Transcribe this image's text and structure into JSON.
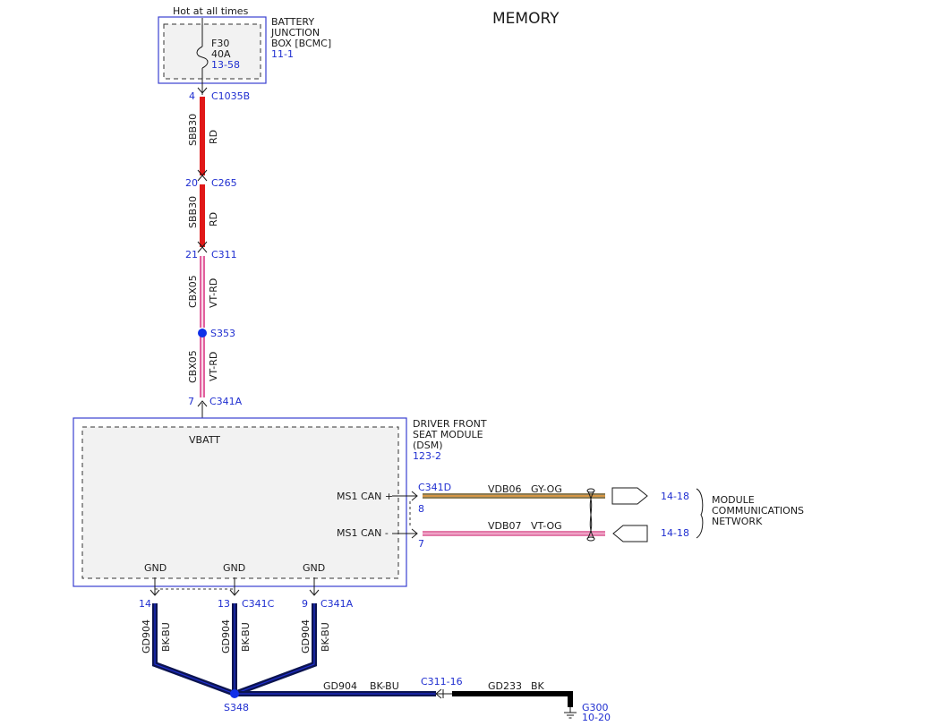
{
  "title": "MEMORY",
  "power_label": "Hot at all times",
  "bjb": {
    "name_lines": [
      "BATTERY",
      "JUNCTION",
      "BOX [BCMC]"
    ],
    "ref": "11-1",
    "fuse": "F30",
    "amps": "40A",
    "fuse_ref": "13-58"
  },
  "connectors": {
    "c1035b": {
      "pin": "4",
      "id": "C1035B"
    },
    "c265": {
      "pin": "20",
      "id": "C265"
    },
    "c311": {
      "pin": "21",
      "id": "C311"
    },
    "s353": "S353",
    "c341a_top": {
      "pin": "7",
      "id": "C341A"
    },
    "c341d": "C341D",
    "c341d_pin_plus": "8",
    "c341d_pin_minus": "7",
    "gnd_pin_1": "14",
    "gnd_pin_2": "13",
    "gnd_conn_2": "C341C",
    "gnd_pin_3": "9",
    "gnd_conn_3": "C341A",
    "s348": "S348",
    "c311_16": "C311-16",
    "g300": "G300",
    "g300_ref": "10-20"
  },
  "wires": {
    "sbb30_1": {
      "circuit": "SBB30",
      "color": "RD"
    },
    "sbb30_2": {
      "circuit": "SBB30",
      "color": "RD"
    },
    "cbx05_1": {
      "circuit": "CBX05",
      "color": "VT-RD"
    },
    "cbx05_2": {
      "circuit": "CBX05",
      "color": "VT-RD"
    },
    "vdb06": {
      "circuit": "VDB06",
      "color": "GY-OG"
    },
    "vdb07": {
      "circuit": "VDB07",
      "color": "VT-OG"
    },
    "gd904_1": {
      "circuit": "GD904",
      "color": "BK-BU"
    },
    "gd904_2": {
      "circuit": "GD904",
      "color": "BK-BU"
    },
    "gd904_3": {
      "circuit": "GD904",
      "color": "BK-BU"
    },
    "gd904_h": {
      "circuit": "GD904",
      "color": "BK-BU"
    },
    "gd233": {
      "circuit": "GD233",
      "color": "BK"
    }
  },
  "dsm": {
    "name_lines": [
      "DRIVER FRONT",
      "SEAT MODULE",
      "(DSM)"
    ],
    "ref": "123-2",
    "vbatt": "VBATT",
    "ms1_plus": "MS1 CAN +",
    "ms1_minus": "MS1 CAN -",
    "gnd1": "GND",
    "gnd2": "GND",
    "gnd3": "GND"
  },
  "network": {
    "ref_plus": "14-18",
    "ref_minus": "14-18",
    "label_lines": [
      "MODULE",
      "COMMUNICATIONS",
      "NETWORK"
    ]
  },
  "colors": {
    "red": "#e01818",
    "violet_red": "#e2609e",
    "gray_orange": "#8a7a52",
    "violet_orange": "#e27aa8",
    "black_blue": "#0c1450",
    "black": "#000000",
    "blue_text": "#1f2ed0",
    "splice_blue": "#1030e8"
  }
}
